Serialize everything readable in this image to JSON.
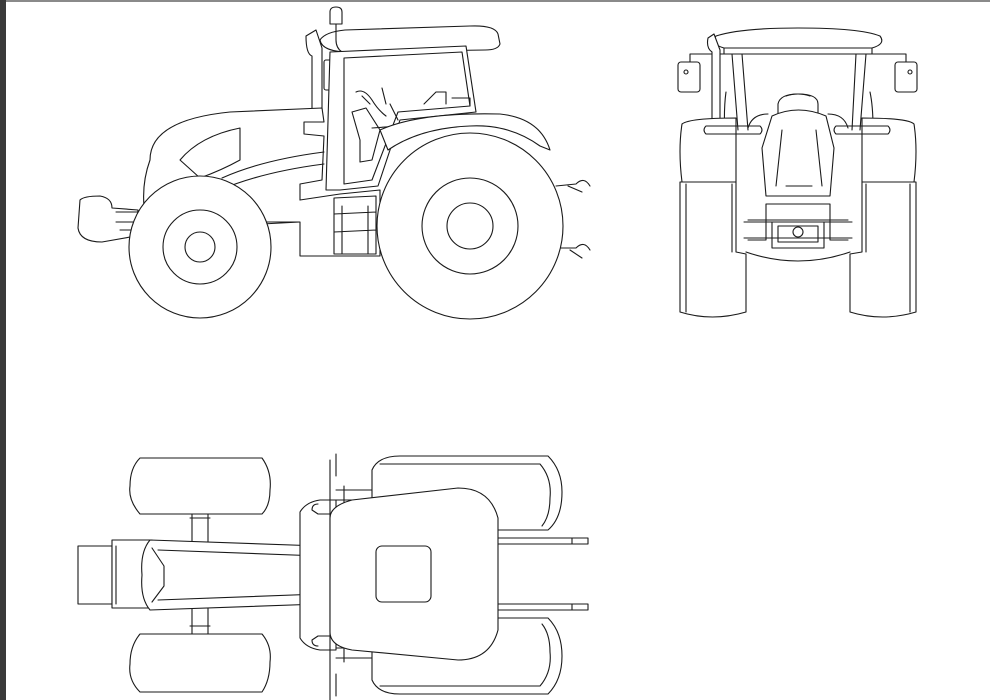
{
  "drawing": {
    "line_color": "#1a1a1a",
    "background": "#ffffff",
    "frame_color": "#3a3a3a",
    "views": [
      "side-view",
      "rear-view",
      "top-view"
    ]
  }
}
